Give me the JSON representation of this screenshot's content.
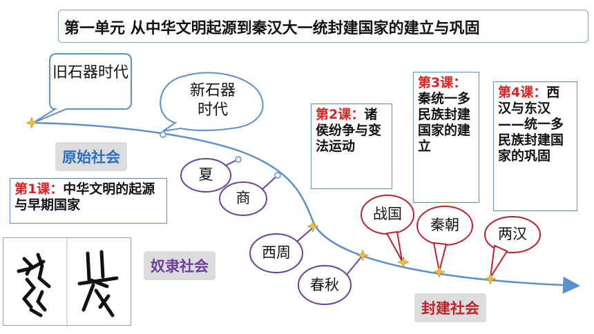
{
  "title": "第一单元  从中华文明起源到秦汉大一统封建国家的建立与巩固",
  "societies": {
    "primitive": "原始社会",
    "slave": "奴隶社会",
    "feudal": "封建社会"
  },
  "lessons": {
    "l1": {
      "num": "第1课：",
      "text": "中华文明的起源与早期国家"
    },
    "l2": {
      "num": "第2课：",
      "text": "诸侯纷争与变法运动"
    },
    "l3": {
      "num": "第3课：",
      "text": "秦统一多民族封建国家的建立"
    },
    "l4": {
      "num": "第4课：",
      "text": "西汉与东汉——统一多民族封建国家的巩固"
    }
  },
  "eras": {
    "paleolithic": "旧石器时代",
    "neolithic": "新石器时代",
    "xia": "夏",
    "shang": "商",
    "western_zhou": "西周",
    "spring_autumn": "春秋",
    "warring_states": "战国",
    "qin": "秦朝",
    "han": "两汉"
  },
  "colors": {
    "timeline": "#5b8fd0",
    "purple": "#6b3fa0",
    "red": "#c0202a",
    "blue_bubble": "#5b8fd0",
    "lesson_num": "#e02020"
  }
}
